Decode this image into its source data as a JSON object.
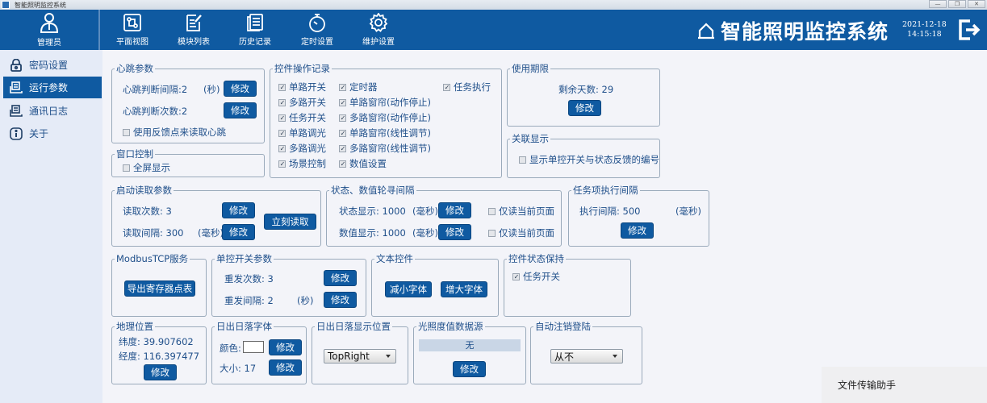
{
  "window": {
    "title": "智能照明监控系统",
    "controls": [
      "minimize",
      "restore",
      "close"
    ]
  },
  "header": {
    "user_label": "管理员",
    "nav": [
      {
        "label": "平面视图",
        "icon": "floor-plan-icon"
      },
      {
        "label": "模块列表",
        "icon": "edit-list-icon"
      },
      {
        "label": "历史记录",
        "icon": "history-icon"
      },
      {
        "label": "定时设置",
        "icon": "stopwatch-icon"
      },
      {
        "label": "维护设置",
        "icon": "gear-icon"
      }
    ],
    "brand_title": "智能照明监控系统",
    "date": "2021-12-18",
    "time": "14:15:18"
  },
  "sidebar": {
    "items": [
      {
        "label": "密码设置",
        "icon": "lock-icon",
        "active": false
      },
      {
        "label": "运行参数",
        "icon": "monitor-icon",
        "active": true
      },
      {
        "label": "通讯日志",
        "icon": "log-icon",
        "active": false
      },
      {
        "label": "关于",
        "icon": "info-icon",
        "active": false
      }
    ]
  },
  "heartbeat": {
    "title": "心跳参数",
    "interval_label": "心跳判断间隔:2",
    "interval_unit": "(秒)",
    "count_label": "心跳判断次数:2",
    "modify": "修改",
    "feedback_checkbox": "使用反馈点来读取心跳",
    "feedback_checked": false
  },
  "window_control": {
    "title": "窗口控制",
    "fullscreen_checkbox": "全屏显示",
    "fullscreen_checked": false
  },
  "op_record": {
    "title": "控件操作记录",
    "col1": [
      "单路开关",
      "多路开关",
      "任务开关",
      "单路调光",
      "多路调光",
      "场景控制"
    ],
    "col2": [
      "定时器",
      "单路窗帘(动作停止)",
      "多路窗帘(动作停止)",
      "单路窗帘(线性调节)",
      "多路窗帘(线性调节)",
      "数值设置"
    ],
    "col3": [
      "任务执行"
    ]
  },
  "usage_period": {
    "title": "使用期限",
    "remaining_label": "剩余天数: 29",
    "modify": "修改"
  },
  "linked_display": {
    "title": "关联显示",
    "checkbox": "显示单控开关与状态反馈的编号",
    "checked": false
  },
  "startup_read": {
    "title": "启动读取参数",
    "count_label": "读取次数: 3",
    "interval_label": "读取间隔: 300",
    "interval_unit": "(毫秒)",
    "modify": "修改",
    "read_now": "立刻读取"
  },
  "polling": {
    "title": "状态、数值轮寻间隔",
    "status_label": "状态显示: 1000",
    "value_label": "数值显示: 1000",
    "unit": "(毫秒)",
    "modify": "修改",
    "current_page_only": "仅读当前页面"
  },
  "task_interval": {
    "title": "任务项执行间隔",
    "interval_label": "执行间隔: 500",
    "unit": "(毫秒)",
    "modify": "修改"
  },
  "modbus": {
    "title": "ModbusTCP服务",
    "export_button": "导出寄存器点表"
  },
  "single_switch": {
    "title": "单控开关参数",
    "resend_count": "重发次数: 3",
    "resend_interval": "重发间隔: 2",
    "unit": "(秒)",
    "modify": "修改"
  },
  "text_control": {
    "title": "文本控件",
    "decrease": "减小字体",
    "increase": "增大字体"
  },
  "state_keep": {
    "title": "控件状态保持",
    "checkbox": "任务开关",
    "checked": true
  },
  "geo": {
    "title": "地理位置",
    "latitude": "纬度: 39.907602",
    "longitude": "经度: 116.397477",
    "modify": "修改"
  },
  "sun_font": {
    "title": "日出日落字体",
    "color_label": "颜色:",
    "size_label": "大小: 17",
    "color_value": "#ffffff",
    "modify": "修改"
  },
  "sun_position": {
    "title": "日出日落显示位置",
    "selected": "TopRight"
  },
  "light_source": {
    "title": "光照度值数据源",
    "value": "无",
    "modify": "修改"
  },
  "auto_logout": {
    "title": "自动注销登陆",
    "selected": "从不"
  },
  "popup": {
    "text": "文件传输助手"
  }
}
